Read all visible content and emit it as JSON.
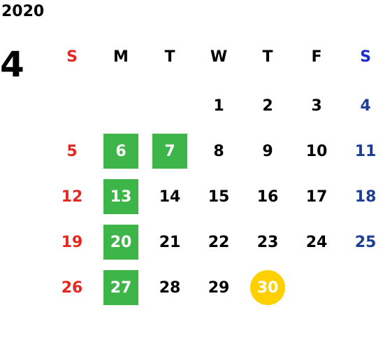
{
  "calendar": {
    "year": "2020",
    "month": "4",
    "weekdays": [
      "S",
      "M",
      "T",
      "W",
      "T",
      "F",
      "S"
    ],
    "weeks": [
      [
        "",
        "",
        "",
        "1",
        "2",
        "3",
        "4"
      ],
      [
        "5",
        "6",
        "7",
        "8",
        "9",
        "10",
        "11"
      ],
      [
        "12",
        "13",
        "14",
        "15",
        "16",
        "17",
        "18"
      ],
      [
        "19",
        "20",
        "21",
        "22",
        "23",
        "24",
        "25"
      ],
      [
        "26",
        "27",
        "28",
        "29",
        "30",
        "",
        ""
      ]
    ],
    "highlighted_days": [
      "6",
      "7",
      "13",
      "20",
      "27"
    ],
    "circled_day": "30"
  },
  "colors": {
    "sunday": "#e5281f",
    "saturday": "#1c3f94",
    "saturday_header": "#1a2bd1",
    "highlight_green": "#3db549",
    "circle_yellow": "#ffd000"
  }
}
